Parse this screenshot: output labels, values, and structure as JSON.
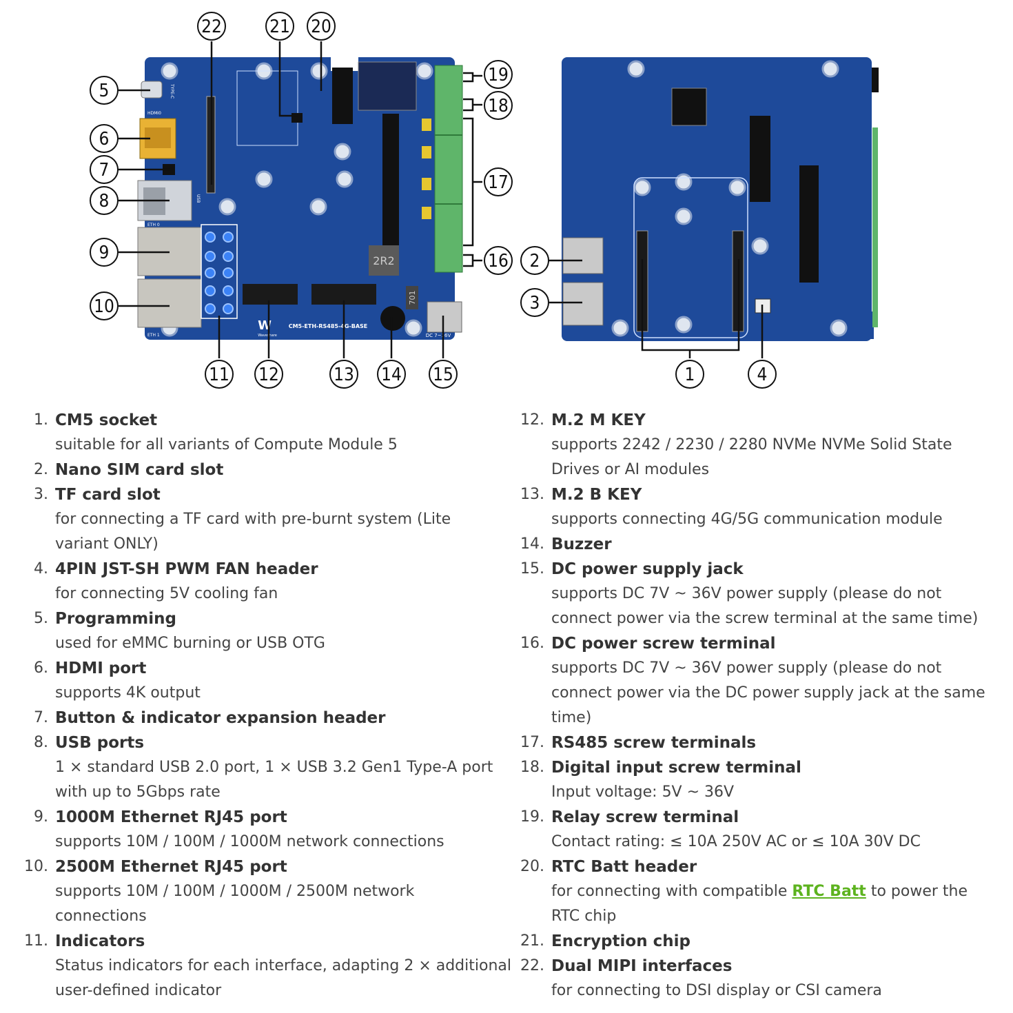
{
  "callouts": [
    "1",
    "2",
    "3",
    "4",
    "5",
    "6",
    "7",
    "8",
    "9",
    "10",
    "11",
    "12",
    "13",
    "14",
    "15",
    "16",
    "17",
    "18",
    "19",
    "20",
    "21",
    "22"
  ],
  "board_labels": {
    "front_model": "CM5-ETH-RS485-4G-BASE",
    "power_label": "DC 7~36V",
    "inductor": "2R2",
    "coil": "701",
    "typec": "TYPE-C",
    "hdmi": "HDMI0",
    "eth0": "ETH 0",
    "eth1": "ETH 1",
    "usb": "USB",
    "brand": "Waveshare"
  },
  "features": [
    {
      "num": "1.",
      "title": "CM5 socket",
      "desc": "suitable for all variants of Compute Module 5"
    },
    {
      "num": "2.",
      "title": "Nano SIM card slot",
      "desc": ""
    },
    {
      "num": "3.",
      "title": "TF card slot",
      "desc": "for connecting a TF card with pre-burnt system (Lite variant ONLY)"
    },
    {
      "num": "4.",
      "title": "4PIN JST-SH PWM FAN header",
      "desc": "for connecting 5V cooling fan"
    },
    {
      "num": "5.",
      "title": "Programming",
      "desc": "used for eMMC burning or USB OTG"
    },
    {
      "num": "6.",
      "title": "HDMI port",
      "desc": "supports 4K output"
    },
    {
      "num": "7.",
      "title": "Button & indicator expansion header",
      "desc": ""
    },
    {
      "num": "8.",
      "title": "USB ports",
      "desc": "1 × standard USB 2.0 port, 1 × USB 3.2 Gen1 Type-A port with up to 5Gbps rate"
    },
    {
      "num": "9.",
      "title": "1000M Ethernet RJ45 port",
      "desc": "supports 10M / 100M / 1000M network connections"
    },
    {
      "num": "10.",
      "title": "2500M Ethernet RJ45 port",
      "desc": "supports 10M / 100M / 1000M / 2500M network connections"
    },
    {
      "num": "11.",
      "title": "Indicators",
      "desc": "Status indicators for each interface, adapting 2 × additional user-defined indicator"
    },
    {
      "num": "12.",
      "title": "M.2 M KEY",
      "desc": "supports 2242 / 2230 / 2280 NVMe NVMe Solid State Drives or AI modules"
    },
    {
      "num": "13.",
      "title": "M.2 B KEY",
      "desc": "supports connecting 4G/5G communication module"
    },
    {
      "num": "14.",
      "title": "Buzzer",
      "desc": ""
    },
    {
      "num": "15.",
      "title": "DC power supply jack",
      "desc": "supports DC 7V ~ 36V power supply (please do not connect power via the screw terminal at the same time)"
    },
    {
      "num": "16.",
      "title": "DC power screw terminal",
      "desc": "supports DC 7V ~ 36V power supply (please do not connect power via the DC power supply jack at the same time)"
    },
    {
      "num": "17.",
      "title": "RS485 screw terminals",
      "desc": ""
    },
    {
      "num": "18.",
      "title": "Digital input screw terminal",
      "desc": "Input voltage: 5V ~ 36V"
    },
    {
      "num": "19.",
      "title": "Relay screw terminal",
      "desc": "Contact rating: ≤ 10A 250V AC or ≤ 10A 30V DC"
    },
    {
      "num": "20.",
      "title": "RTC Batt header",
      "desc_pre": "for connecting with compatible ",
      "link": "RTC Batt",
      "desc_post": " to power the RTC chip"
    },
    {
      "num": "21.",
      "title": "Encryption chip",
      "desc": ""
    },
    {
      "num": "22.",
      "title": "Dual MIPI interfaces",
      "desc": "for connecting to DSI display or CSI camera"
    }
  ],
  "colors": {
    "pcb": "#1e4a9a",
    "terminal": "#5fb56a",
    "link": "#5db31f"
  }
}
